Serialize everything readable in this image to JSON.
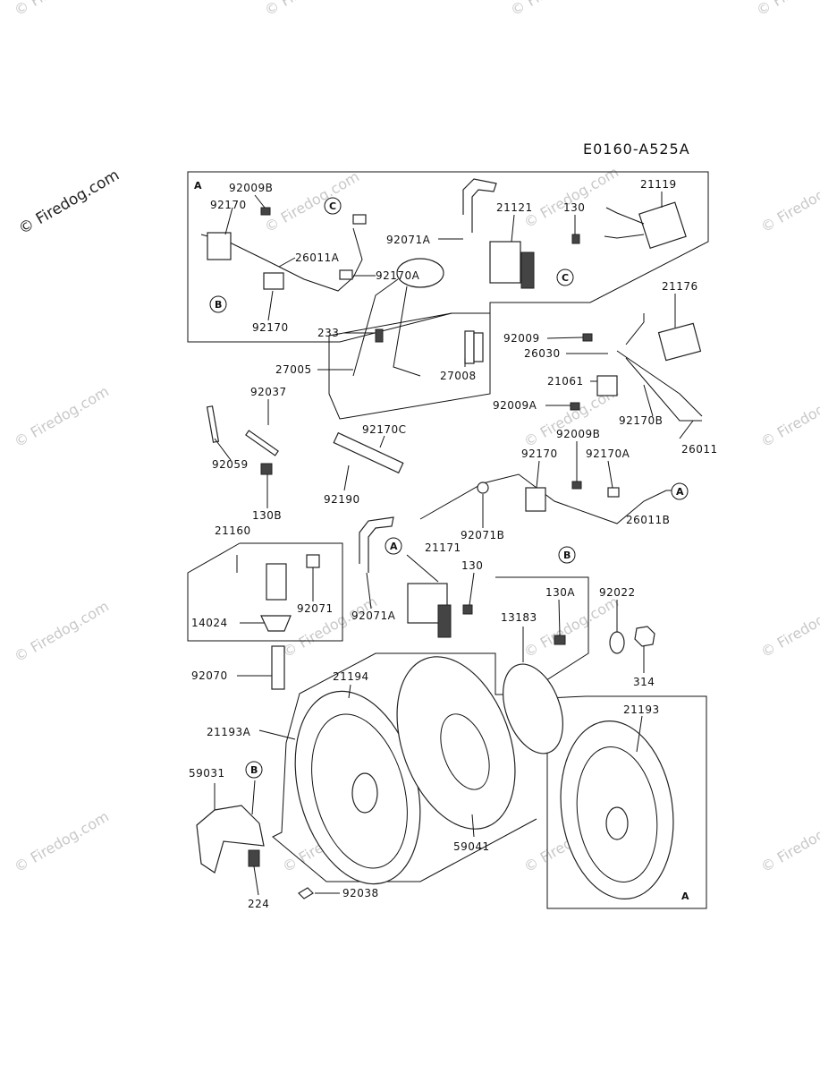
{
  "diagram_code": "E0160-A525A",
  "watermark_main": "© Firedog.com",
  "watermark_tile": "© Firedog.com",
  "part_labels": [
    "92009B",
    "92170",
    "26011A",
    "92170A",
    "92170",
    "92071A",
    "21121",
    "130",
    "21119",
    "21176",
    "233",
    "27005",
    "27008",
    "92009",
    "26030",
    "21061",
    "92009A",
    "92170B",
    "26011",
    "92037",
    "92170C",
    "92059",
    "130B",
    "92190",
    "92009B",
    "92170",
    "92170A",
    "92071B",
    "26011B",
    "21160",
    "21171",
    "130",
    "14024",
    "92071",
    "92071A",
    "130A",
    "92022",
    "13183",
    "314",
    "92070",
    "21194",
    "21193",
    "21193A",
    "59031",
    "59041",
    "224",
    "92038"
  ],
  "callouts": [
    "A",
    "B",
    "C",
    "C",
    "A",
    "B",
    "A",
    "B"
  ],
  "box_letters": [
    "A",
    "A"
  ]
}
